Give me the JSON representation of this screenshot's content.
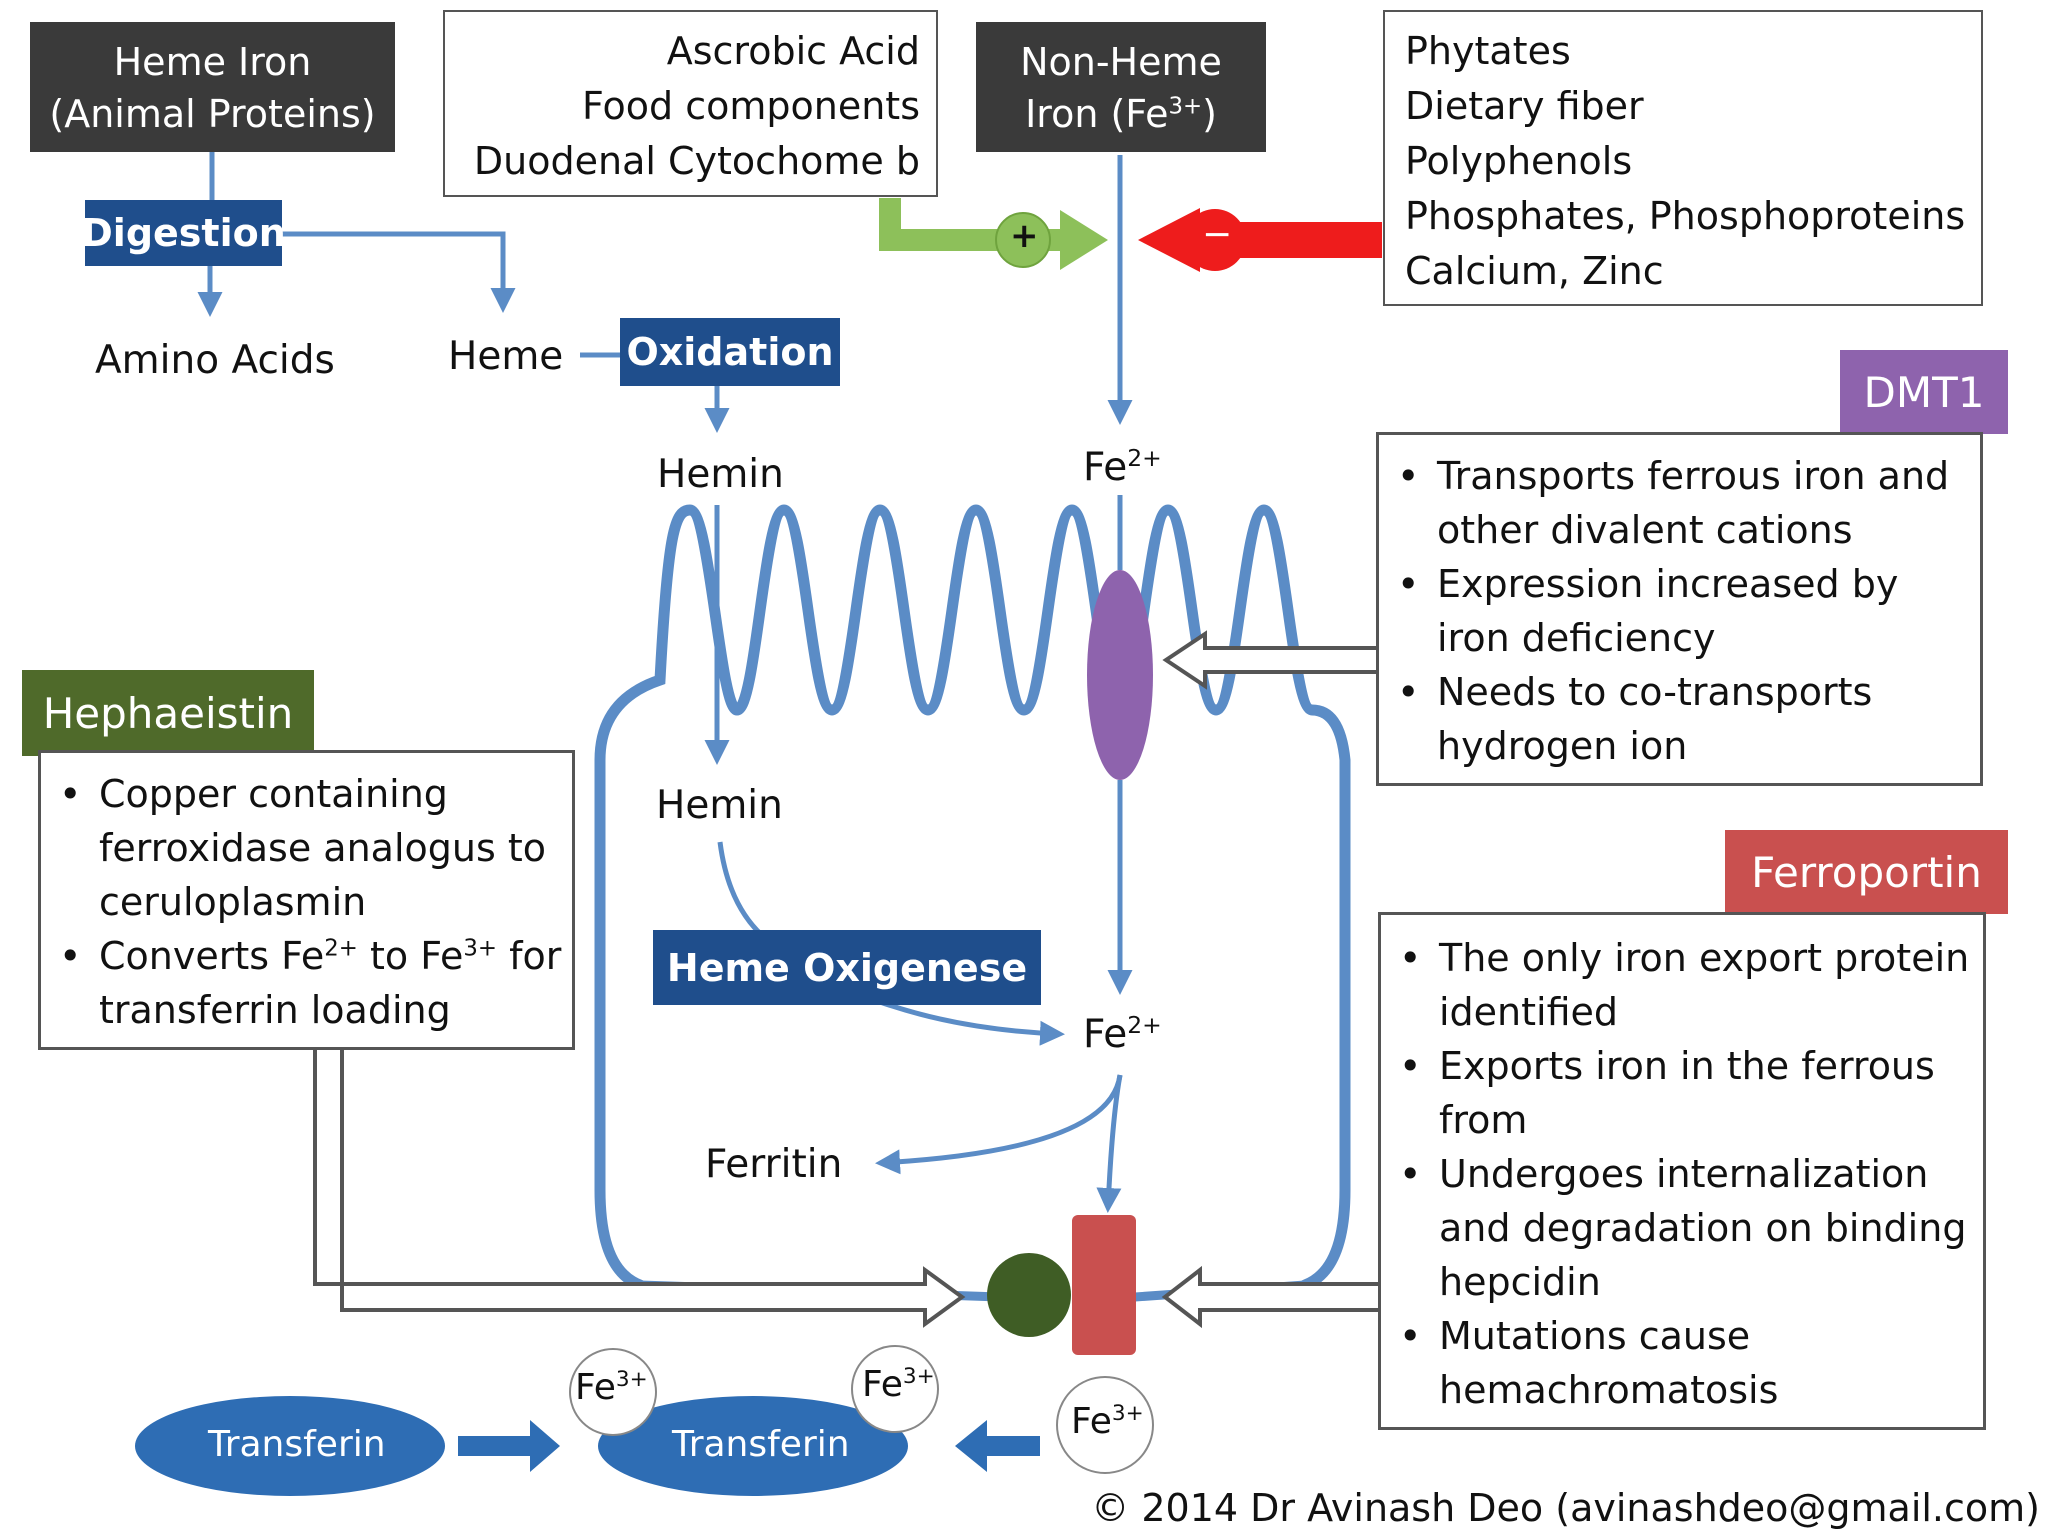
{
  "heme_iron": {
    "line1": "Heme Iron",
    "line2": "(Animal Proteins)"
  },
  "enhancers": {
    "line1": "Ascrobic Acid",
    "line2": "Food components",
    "line3": "Duodenal Cytochome b"
  },
  "non_heme_iron": {
    "line1": "Non-Heme",
    "line2_prefix": "Iron (Fe",
    "line2_sup": "3+",
    "line2_suffix": ")"
  },
  "inhibitors": {
    "items": [
      "Phytates",
      "Dietary fiber",
      "Polyphenols",
      "Phosphates, Phosphoproteins",
      "Calcium, Zinc"
    ]
  },
  "pathway": {
    "digestion": "Digestion",
    "amino_acids": "Amino Acids",
    "heme": "Heme",
    "oxidation": "Oxidation",
    "hemin_top": "Hemin",
    "hemin_inside": "Hemin",
    "heme_oxigenese": "Heme Oxigenese",
    "fe2_top": {
      "base": "Fe",
      "sup": "2+"
    },
    "fe2_inside": {
      "base": "Fe",
      "sup": "2+"
    },
    "ferritin": "Ferritin",
    "plus_sign": "+",
    "minus_sign": "−"
  },
  "dmt1": {
    "title": "DMT1",
    "color": "#8e63ad",
    "bullets": [
      [
        "Transports ferrous iron and",
        "other divalent cations"
      ],
      [
        "Expression increased by",
        "iron deficiency"
      ],
      [
        "Needs to co-transports",
        "hydrogen ion"
      ]
    ]
  },
  "hephaestin": {
    "title": "Hephaeistin",
    "color": "#4f6a2a",
    "bullets": [
      {
        "lines": [
          "Copper containing",
          "ferroxidase analogus to",
          "ceruloplasmin"
        ]
      },
      {
        "l1_a": "Converts Fe",
        "l1_sup1": "2+",
        "l1_b": " to Fe",
        "l1_sup2": "3+",
        "l1_c": " for",
        "l2": "transferrin loading"
      }
    ]
  },
  "ferroportin": {
    "title": "Ferroportin",
    "color": "#c9504f",
    "bullets": [
      [
        "The only iron export protein",
        "identified"
      ],
      [
        "Exports iron in the ferrous",
        "from"
      ],
      [
        "Undergoes internalization",
        "and degradation on binding",
        "hepcidin"
      ],
      [
        "Mutations cause",
        "hemachromatosis"
      ]
    ]
  },
  "transport": {
    "transferrin_left": "Transferin",
    "transferrin_right": "Transferin",
    "fe3_a": {
      "base": "Fe",
      "sup": "3+"
    },
    "fe3_b": {
      "base": "Fe",
      "sup": "3+"
    },
    "fe3_c": {
      "base": "Fe",
      "sup": "3+"
    }
  },
  "colors": {
    "pathway_blue": "#5b8cc6",
    "membrane_blue": "#5b8cc6",
    "navy_label": "#1f4e8c",
    "transferrin_blue": "#2e6db4",
    "enhancer_green": "#8dc05a",
    "inhibitor_red": "#ee1c1c",
    "dmt1_purple": "#8e63ad",
    "ferroportin_red": "#c9504f",
    "hephaestin_green": "#3f5d25"
  },
  "footer": {
    "copyright": "© 2014 Dr Avinash Deo (avinashdeo@gmail.com)"
  }
}
